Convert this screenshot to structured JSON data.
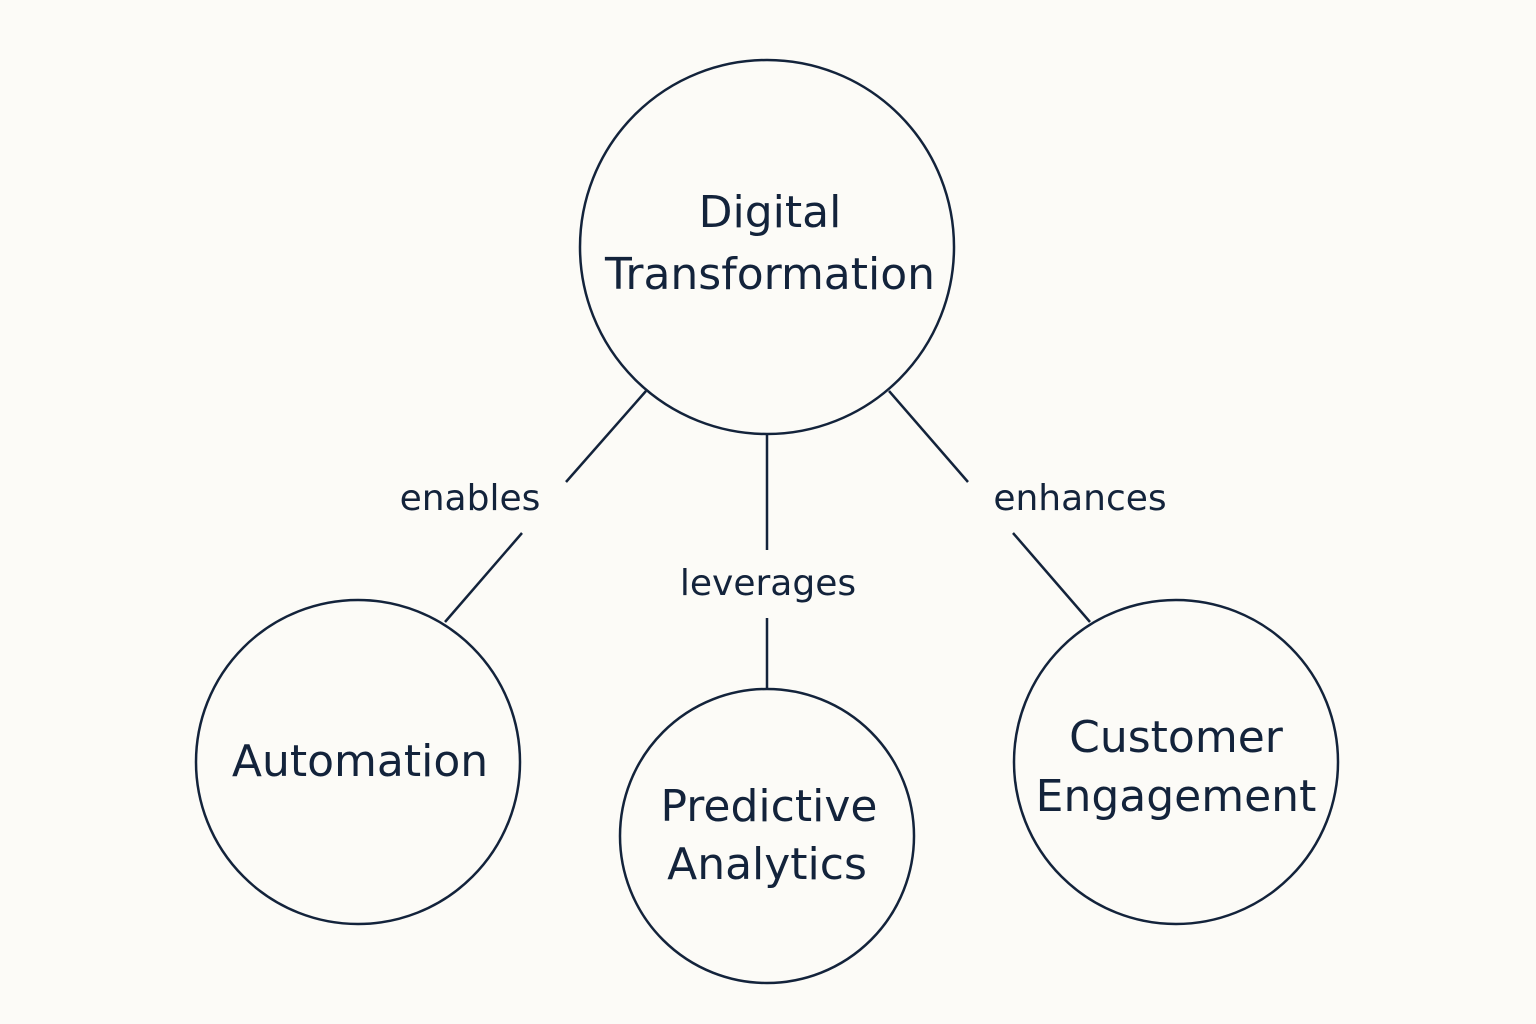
{
  "colors": {
    "ink": "#13233b",
    "background": "#fcfbf7"
  },
  "nodes": {
    "root": {
      "line1": "Digital",
      "line2": "Transformation"
    },
    "automation": {
      "line1": "Automation"
    },
    "predictive": {
      "line1": "Predictive",
      "line2": "Analytics"
    },
    "customer": {
      "line1": "Customer",
      "line2": "Engagement"
    }
  },
  "edges": {
    "enables": "enables",
    "leverages": "leverages",
    "enhances": "enhances"
  }
}
